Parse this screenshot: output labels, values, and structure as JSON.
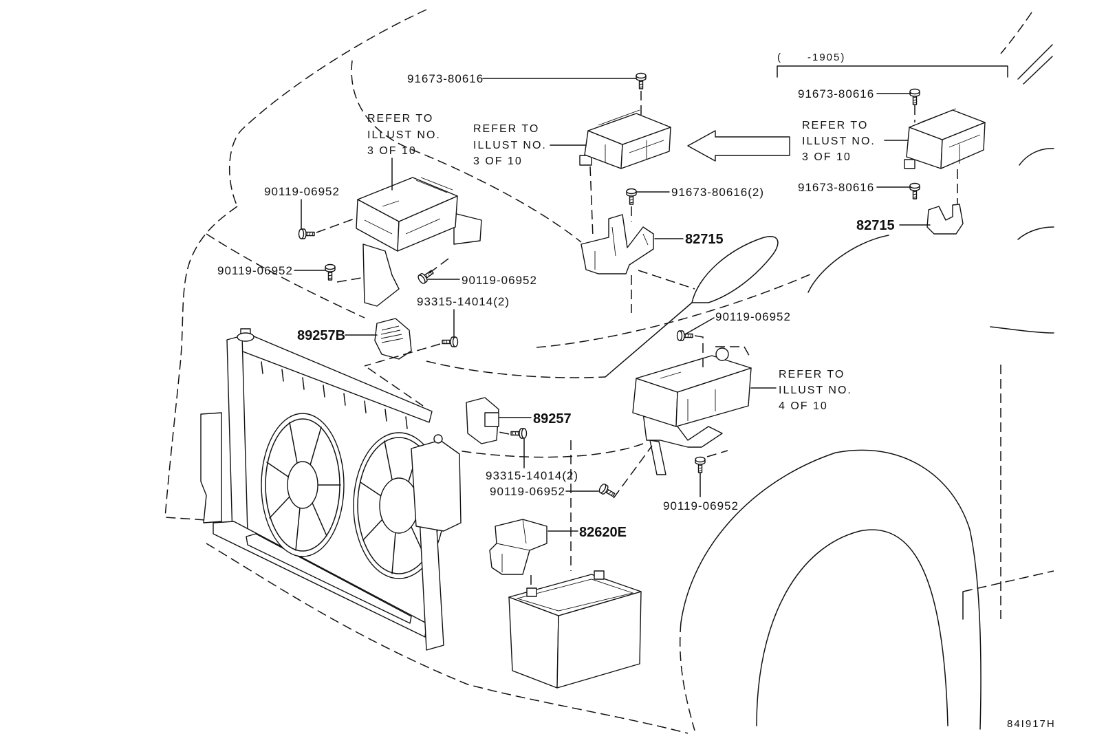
{
  "diagram": {
    "drawing_code": "84I917H",
    "production_range": "(      -1905)",
    "line_color": "#111111",
    "callouts": [
      {
        "part_no": "91673-80616"
      },
      {
        "part_no": "90119-06952"
      },
      {
        "part_no": "90119-06952"
      },
      {
        "part_no": "90119-06952"
      },
      {
        "part_no": "93315-14014(2)"
      },
      {
        "part_no": "89257B"
      },
      {
        "part_no": "91673-80616(2)"
      },
      {
        "part_no": "82715"
      },
      {
        "part_no": "91673-80616"
      },
      {
        "part_no": "91673-80616"
      },
      {
        "part_no": "82715"
      },
      {
        "part_no": "90119-06952"
      },
      {
        "part_no": "89257"
      },
      {
        "part_no": "93315-14014(2)"
      },
      {
        "part_no": "90119-06952"
      },
      {
        "part_no": "82620E"
      },
      {
        "part_no": "90119-06952"
      }
    ],
    "refer_notes": [
      {
        "lines": [
          "REFER TO",
          "ILLUST NO.",
          "3 OF 10"
        ]
      },
      {
        "lines": [
          "REFER TO",
          "ILLUST NO.",
          "3 OF 10"
        ]
      },
      {
        "lines": [
          "REFER TO",
          "ILLUST NO.",
          "3 OF 10"
        ]
      },
      {
        "lines": [
          "REFER TO",
          "ILLUST NO.",
          "4 OF 10"
        ]
      }
    ]
  }
}
